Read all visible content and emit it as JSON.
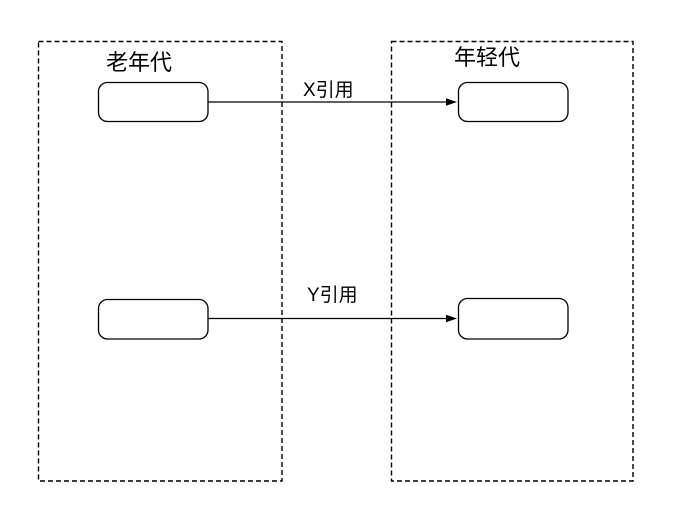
{
  "diagram": {
    "type": "generational-gc-reference-diagram",
    "colors": {
      "background": "#ffffff",
      "stroke": "#000000",
      "text": "#000000"
    },
    "regions": [
      {
        "id": "old-generation",
        "label": "老年代",
        "border_style": "dashed"
      },
      {
        "id": "young-generation",
        "label": "年轻代",
        "border_style": "dashed"
      }
    ],
    "nodes": [
      {
        "id": "old-gen-object-top",
        "region": "old-generation",
        "shape": "rounded-rect"
      },
      {
        "id": "old-gen-object-bottom",
        "region": "old-generation",
        "shape": "rounded-rect"
      },
      {
        "id": "young-gen-object-top",
        "region": "young-generation",
        "shape": "rounded-rect"
      },
      {
        "id": "young-gen-object-bottom",
        "region": "young-generation",
        "shape": "rounded-rect"
      }
    ],
    "arrows": [
      {
        "id": "x-reference",
        "label": "X引用",
        "from": "old-gen-object-top",
        "to": "young-gen-object-top",
        "direction": "right"
      },
      {
        "id": "y-reference",
        "label": "Y引用",
        "from": "old-gen-object-bottom",
        "to": "young-gen-object-bottom",
        "direction": "right"
      }
    ]
  }
}
